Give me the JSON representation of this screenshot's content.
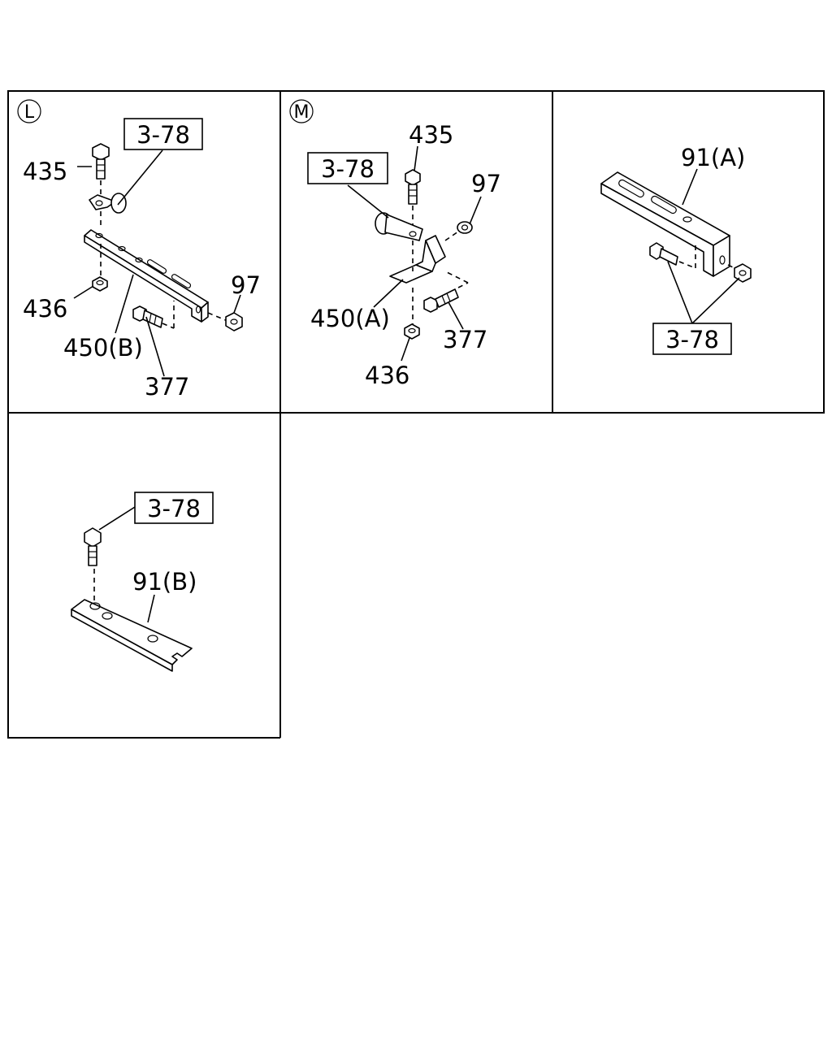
{
  "panels": [
    {
      "marker": "L",
      "reference": "3-78",
      "callouts": [
        "435",
        "436",
        "97",
        "450(B)",
        "377"
      ]
    },
    {
      "marker": "M",
      "reference": "3-78",
      "callouts": [
        "435",
        "97",
        "450(A)",
        "377",
        "436"
      ]
    },
    {
      "marker": "",
      "reference": "3-78",
      "callouts": [
        "91(A)"
      ]
    },
    {
      "marker": "",
      "reference": "3-78",
      "callouts": [
        "91(B)"
      ]
    }
  ]
}
